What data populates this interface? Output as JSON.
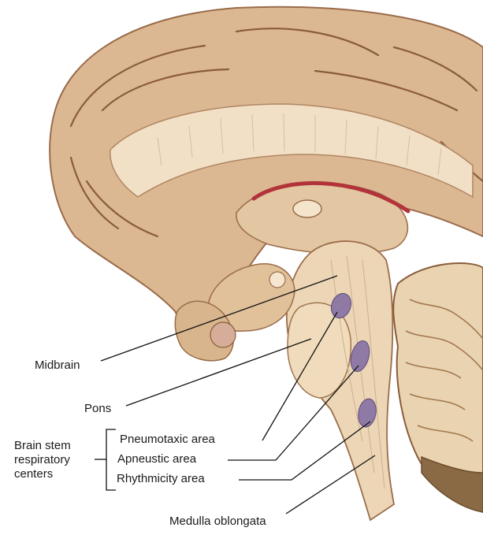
{
  "labels": {
    "midbrain": "Midbrain",
    "pons": "Pons",
    "group_line1": "Brain stem",
    "group_line2": "respiratory",
    "group_line3": "centers",
    "pneumotaxic": "Pneumotaxic area",
    "apneustic": "Apneustic area",
    "rhythmicity": "Rhythmicity area",
    "medulla": "Medulla oblongata"
  },
  "colors": {
    "brain_tan": "#dcb892",
    "brain_light": "#f1e0c6",
    "brain_outline": "#9a6c4a",
    "respiratory_centers": "#8f7aa6",
    "corpus_red": "#b2343a",
    "cerebellum_dark": "#7a5a3a"
  }
}
